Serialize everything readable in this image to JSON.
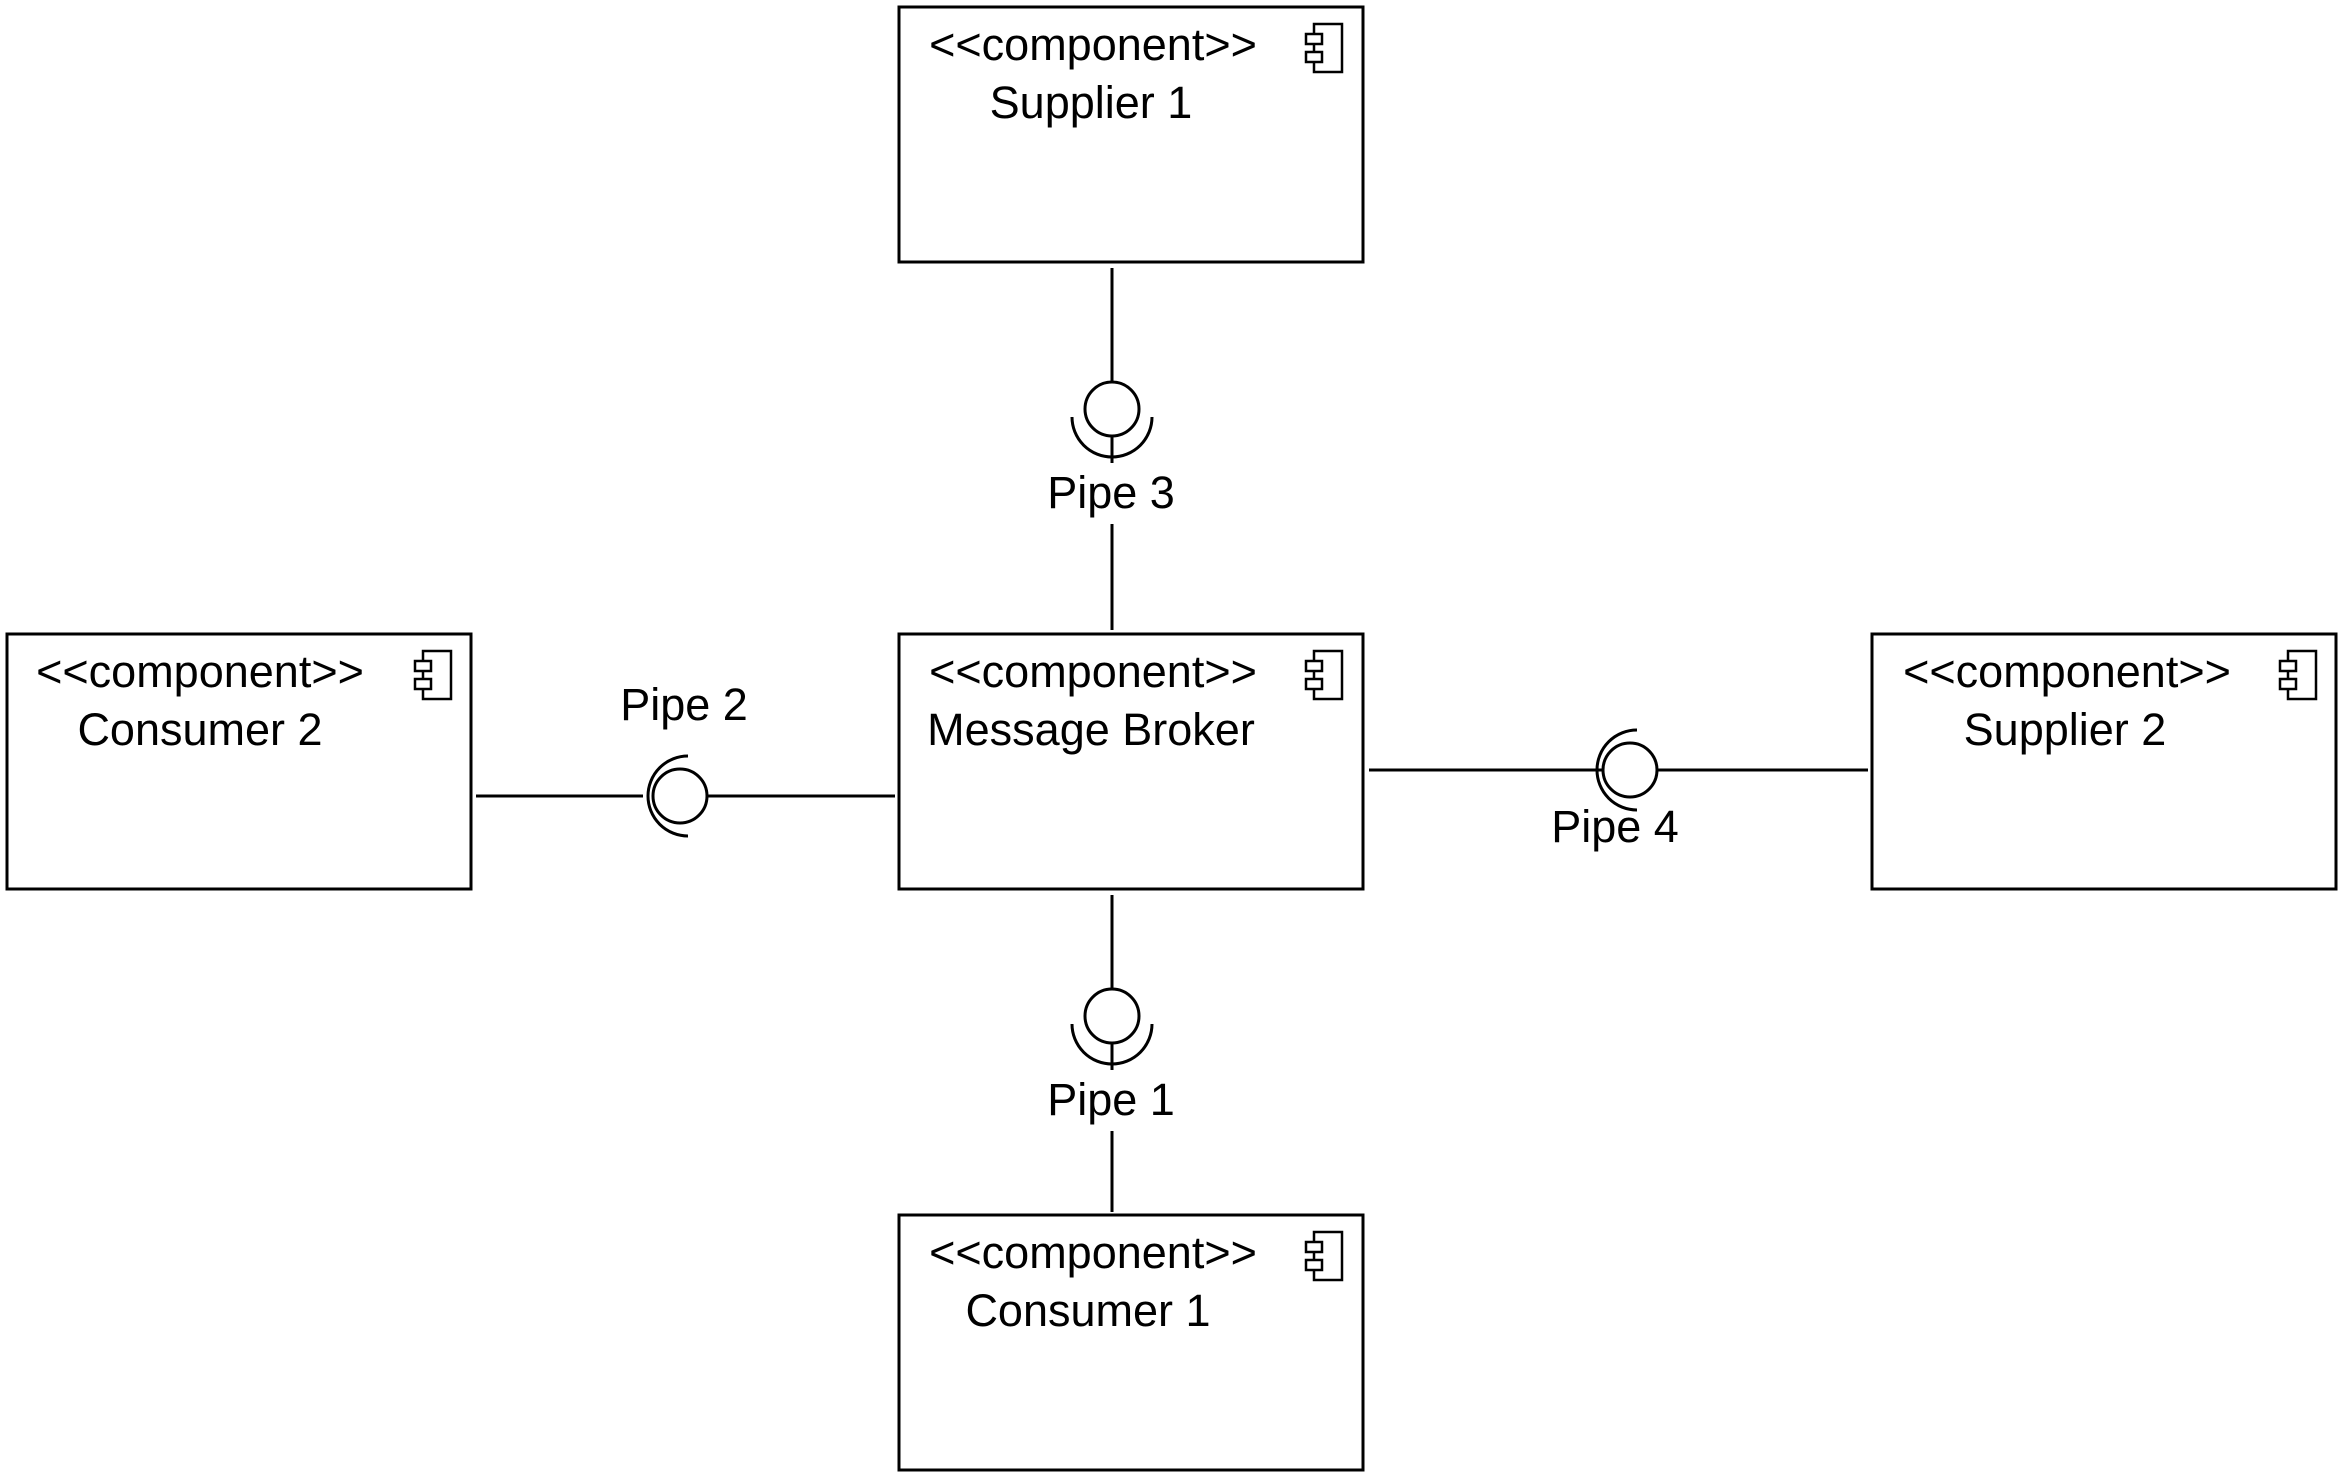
{
  "components": {
    "supplier1": {
      "stereotype": "<<component>>",
      "name": "Supplier 1",
      "icon": "component-icon"
    },
    "broker": {
      "stereotype": "<<component>>",
      "name": "Message Broker",
      "icon": "component-icon"
    },
    "consumer2": {
      "stereotype": "<<component>>",
      "name": "Consumer 2",
      "icon": "component-icon"
    },
    "supplier2": {
      "stereotype": "<<component>>",
      "name": "Supplier 2",
      "icon": "component-icon"
    },
    "consumer1": {
      "stereotype": "<<component>>",
      "name": "Consumer 1",
      "icon": "component-icon"
    }
  },
  "pipes": {
    "pipe1": {
      "label": "Pipe 1"
    },
    "pipe2": {
      "label": "Pipe 2"
    },
    "pipe3": {
      "label": "Pipe 3"
    },
    "pipe4": {
      "label": "Pipe 4"
    }
  }
}
